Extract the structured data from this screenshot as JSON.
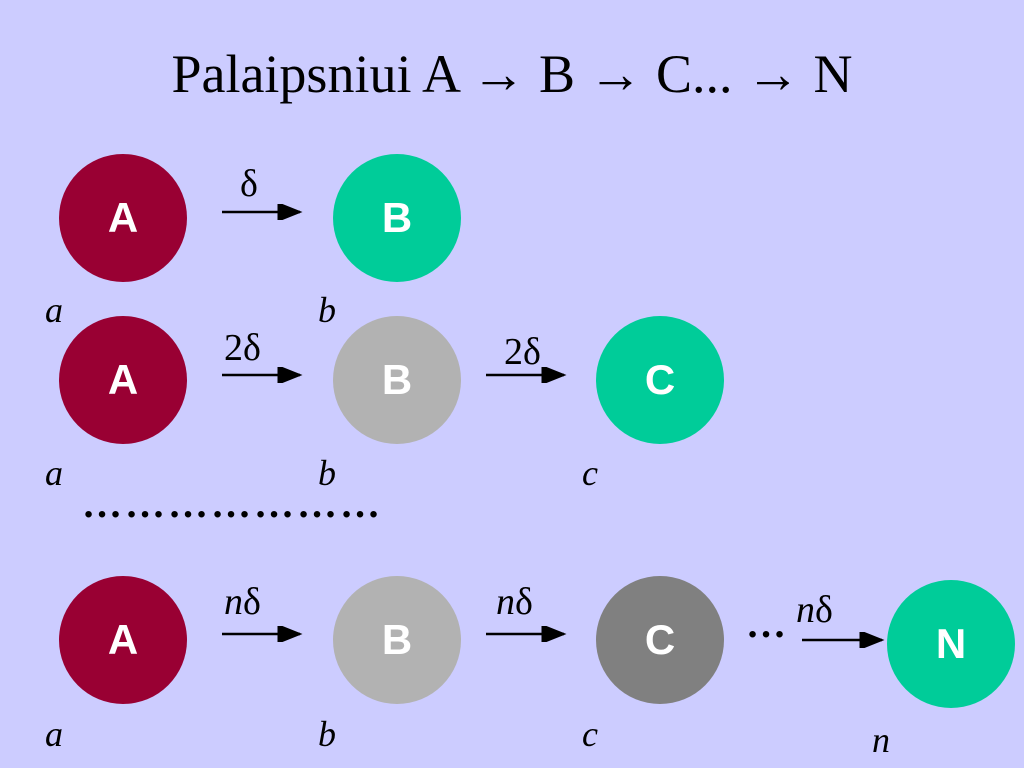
{
  "title": "Palaipsniui A → B → C... → N",
  "colors": {
    "background": "#ccccff",
    "node_a": "#990033",
    "node_active": "#00cc99",
    "node_inactive_light": "#b2b2b2",
    "node_inactive_dark": "#808080"
  },
  "rows": [
    {
      "nodes": [
        {
          "label": "A",
          "var": "a"
        },
        {
          "label": "B",
          "var": "b"
        }
      ],
      "arrows": [
        {
          "coef": "",
          "sym": "δ"
        }
      ]
    },
    {
      "nodes": [
        {
          "label": "A",
          "var": "a"
        },
        {
          "label": "B",
          "var": "b"
        },
        {
          "label": "C",
          "var": "c"
        }
      ],
      "arrows": [
        {
          "coef": "2",
          "sym": "δ"
        },
        {
          "coef": "2",
          "sym": "δ"
        }
      ]
    },
    {
      "nodes": [
        {
          "label": "A",
          "var": "a"
        },
        {
          "label": "B",
          "var": "b"
        },
        {
          "label": "C",
          "var": "c"
        },
        {
          "label": "N",
          "var": "n"
        }
      ],
      "arrows": [
        {
          "coef": "n",
          "sym": "δ"
        },
        {
          "coef": "n",
          "sym": "δ"
        },
        {
          "coef": "n",
          "sym": "δ"
        }
      ]
    }
  ],
  "separator": "…………………",
  "ellipsis": "…"
}
